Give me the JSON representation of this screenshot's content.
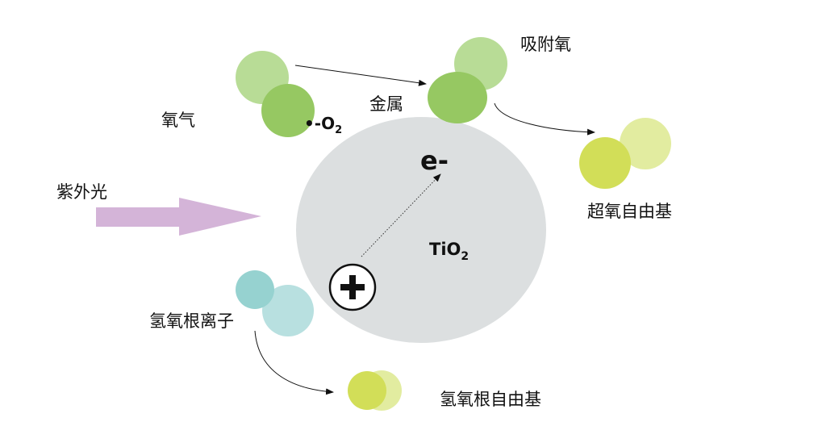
{
  "labels": {
    "oxygen": "氧气",
    "superoxide_small": "•-O",
    "superoxide_sub": "2",
    "metal": "金属",
    "adsorbed_oxygen": "吸附氧",
    "superoxide_radical": "超氧自由基",
    "uv_light": "紫外光",
    "electron": "e-",
    "tio2_main": "TiO",
    "tio2_sub": "2",
    "hole": "+",
    "hydroxide_ion": "氢氧根离子",
    "hydroxyl_radical": "氢氧根自由基"
  },
  "colors": {
    "light_green": "#b8dc96",
    "green": "#96c862",
    "yellow_green": "#d2de58",
    "pale_yellow": "#e2eca0",
    "teal": "#96d2d0",
    "light_teal": "#b8e0e0",
    "tio2": "#dcdfe0",
    "uv_arrow": "#d4b4d8"
  }
}
